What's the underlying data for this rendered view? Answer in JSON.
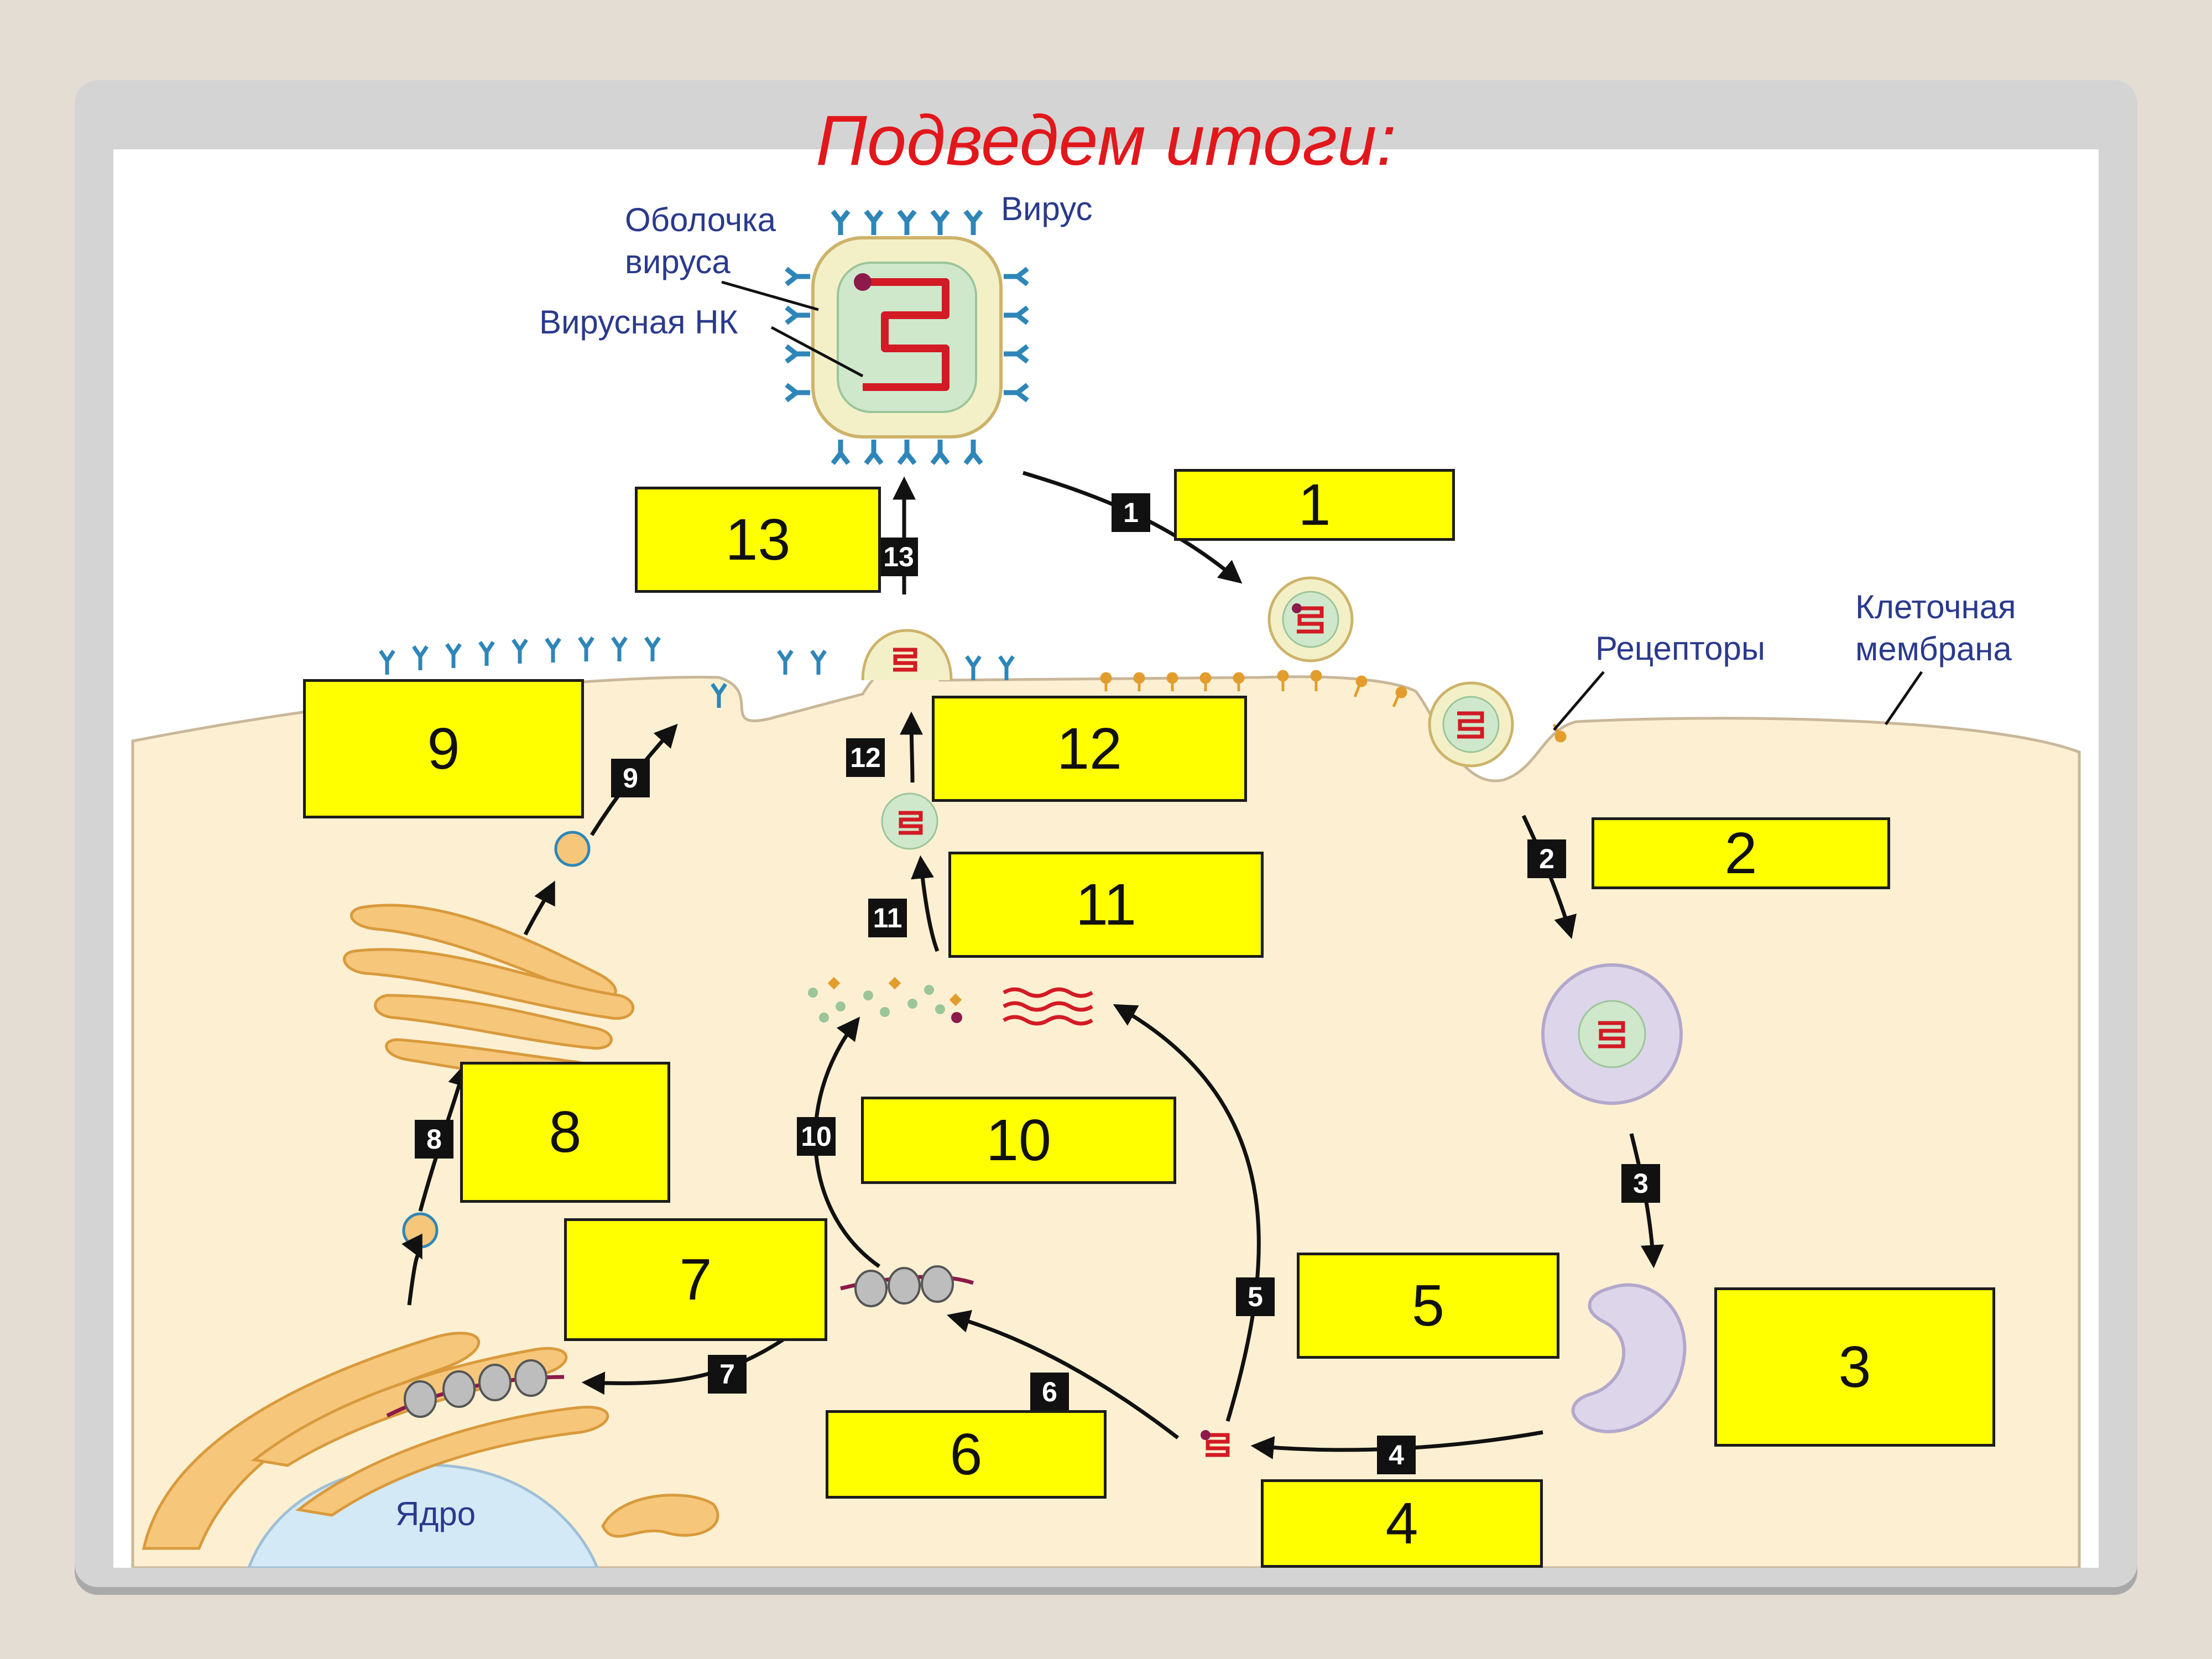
{
  "title": "Подведем итоги:",
  "labels": {
    "virus": "Вирус",
    "envelope": "Оболочка\nвируса",
    "viral_nk": "Вирусная НК",
    "receptors": "Рецепторы",
    "membrane": "Клеточная\nмембрана",
    "nucleus": "Ядро"
  },
  "steps": [
    "1",
    "2",
    "3",
    "4",
    "5",
    "6",
    "7",
    "8",
    "9",
    "10",
    "11",
    "12",
    "13"
  ],
  "answer_boxes": [
    "1",
    "2",
    "3",
    "4",
    "5",
    "6",
    "7",
    "8",
    "9",
    "10",
    "11",
    "12",
    "13"
  ],
  "colors": {
    "title": "#e2171c",
    "answer_box": "#ffff00",
    "cytoplasm": "#fdf0d2",
    "organelle": "#f6c67a",
    "receptor": "#2e86b8",
    "nucleic_acid": "#d21b24"
  }
}
